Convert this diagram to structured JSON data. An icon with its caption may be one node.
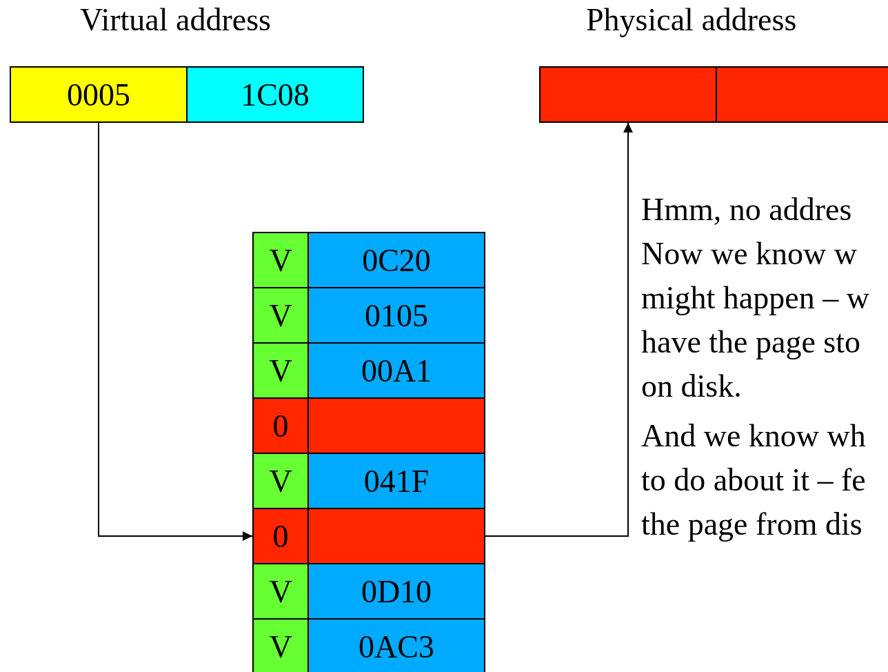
{
  "diagram": {
    "nodes": [
      {
        "text": [
          "Virtual address"
        ]
      },
      {
        "text": [
          "0005"
        ],
        "in": 0
      },
      {
        "text": [
          "1C08"
        ],
        "in": 0
      },
      {
        "text": [
          "Physical address"
        ]
      },
      {
        "text": [],
        "shape": "box",
        "in": 3
      },
      {
        "text": [],
        "shape": "box",
        "in": 3
      },
      {
        "text": [
          "V"
        ]
      },
      {
        "text": [
          "0C20"
        ]
      },
      {
        "text": [
          "V"
        ]
      },
      {
        "text": [
          "0105"
        ]
      },
      {
        "text": [
          "V"
        ]
      },
      {
        "text": [
          "00A1"
        ]
      },
      {
        "text": [
          "0"
        ]
      },
      {
        "text": [],
        "shape": "box"
      },
      {
        "text": [
          "V"
        ]
      },
      {
        "text": [
          "041F"
        ]
      },
      {
        "text": [
          "0"
        ]
      },
      {
        "text": [],
        "shape": "box"
      },
      {
        "text": [
          "V"
        ]
      },
      {
        "text": [
          "0D10"
        ]
      },
      {
        "text": [
          "V"
        ]
      },
      {
        "text": [
          "0AC3"
        ]
      }
    ],
    "edges": [
      {
        "from": 1,
        "to": 16,
        "arrow": "to"
      },
      {
        "from": 17,
        "to": 4,
        "arrow": "to"
      }
    ],
    "labels": [
      "Hmm, no addres Now we know w might happen – w have the page sto on disk.",
      "And we know wh to do about it – fe the page from dis"
    ]
  }
}
